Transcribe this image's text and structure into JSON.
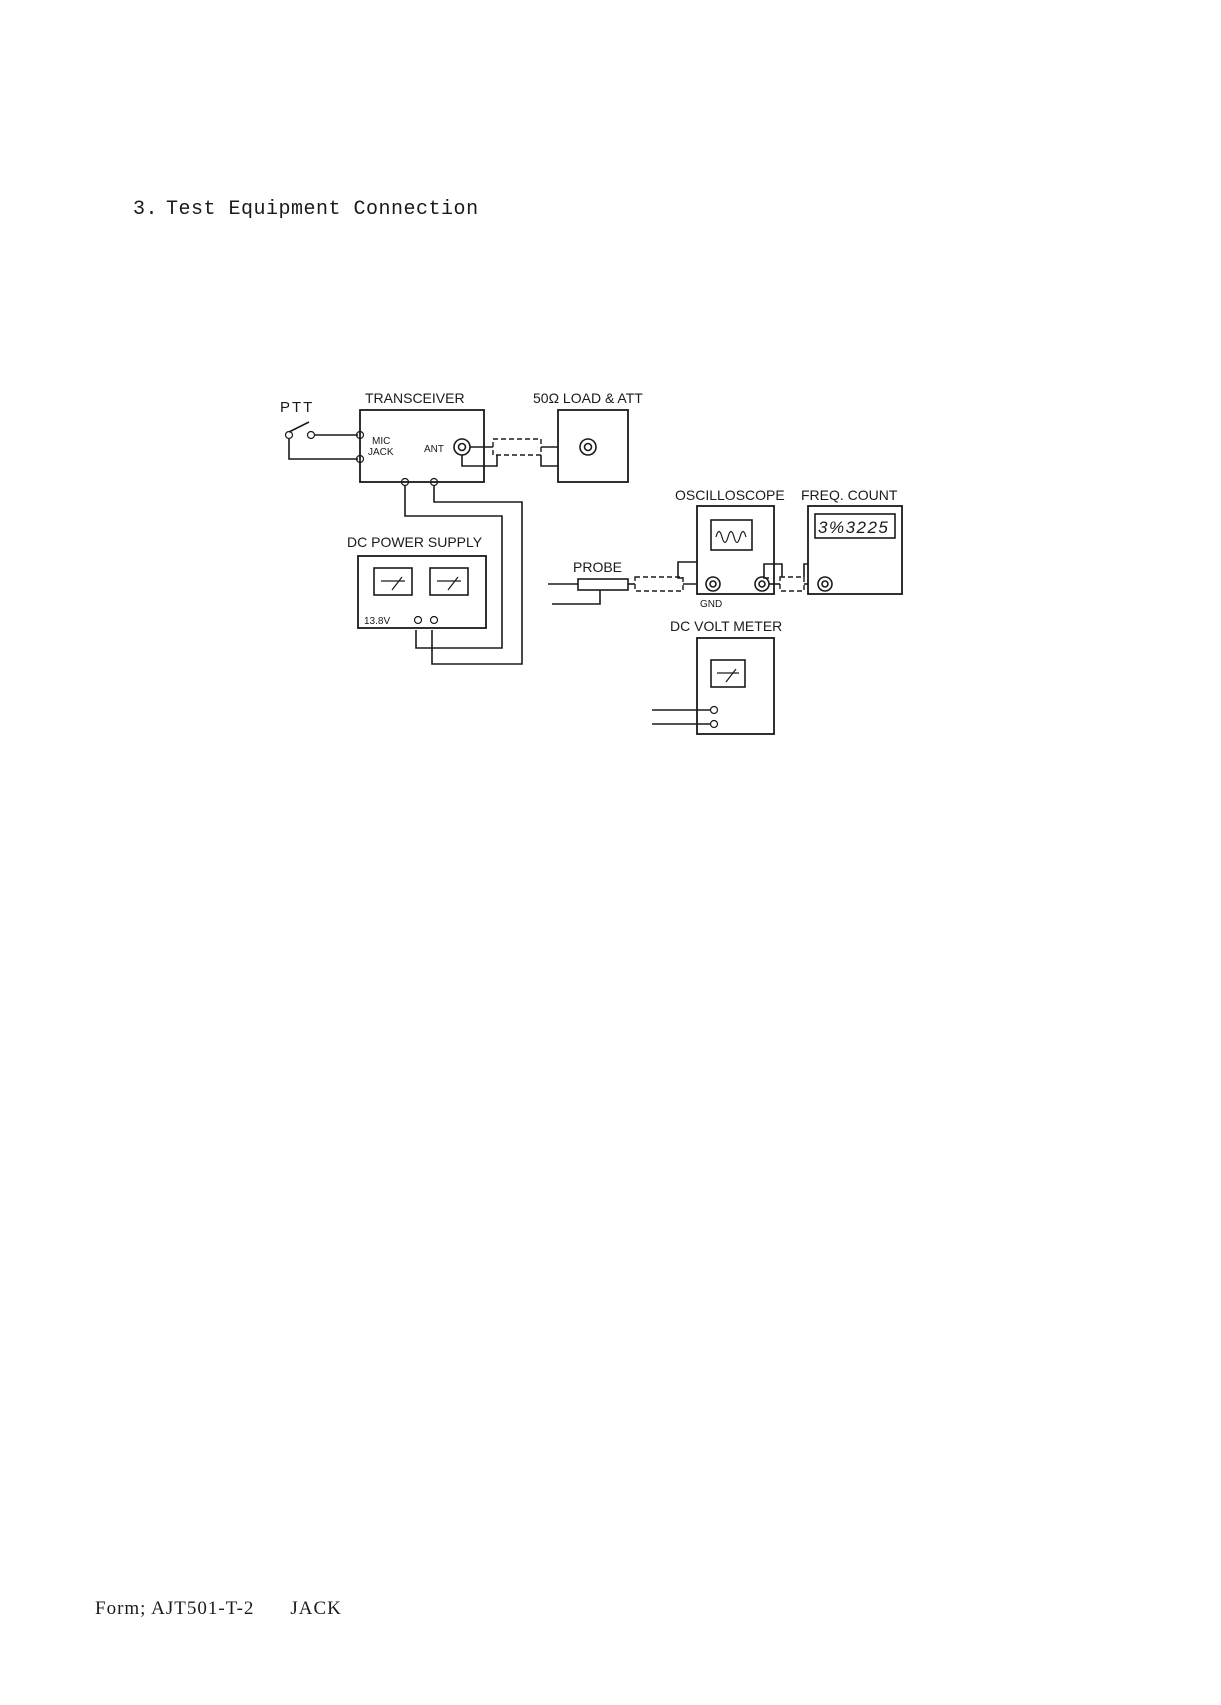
{
  "heading": {
    "number": "3.",
    "title": "Test Equipment Connection"
  },
  "diagram": {
    "ptt": "PTT",
    "transceiver": "TRANSCEIVER",
    "mic_line1": "MIC",
    "mic_line2": "JACK",
    "ant": "ANT",
    "load": "50Ω LOAD & ATT",
    "power_supply": "DC POWER SUPPLY",
    "supply_voltage": "13.8V",
    "probe": "PROBE",
    "oscilloscope": "OSCILLOSCOPE",
    "freq_counter": "FREQ. COUNT",
    "counter_reading": "3%3225",
    "gnd": "GND",
    "volt_meter": "DC VOLT METER"
  },
  "footer": {
    "form": "Form; AJT501-T-2",
    "jack": "JACK"
  }
}
